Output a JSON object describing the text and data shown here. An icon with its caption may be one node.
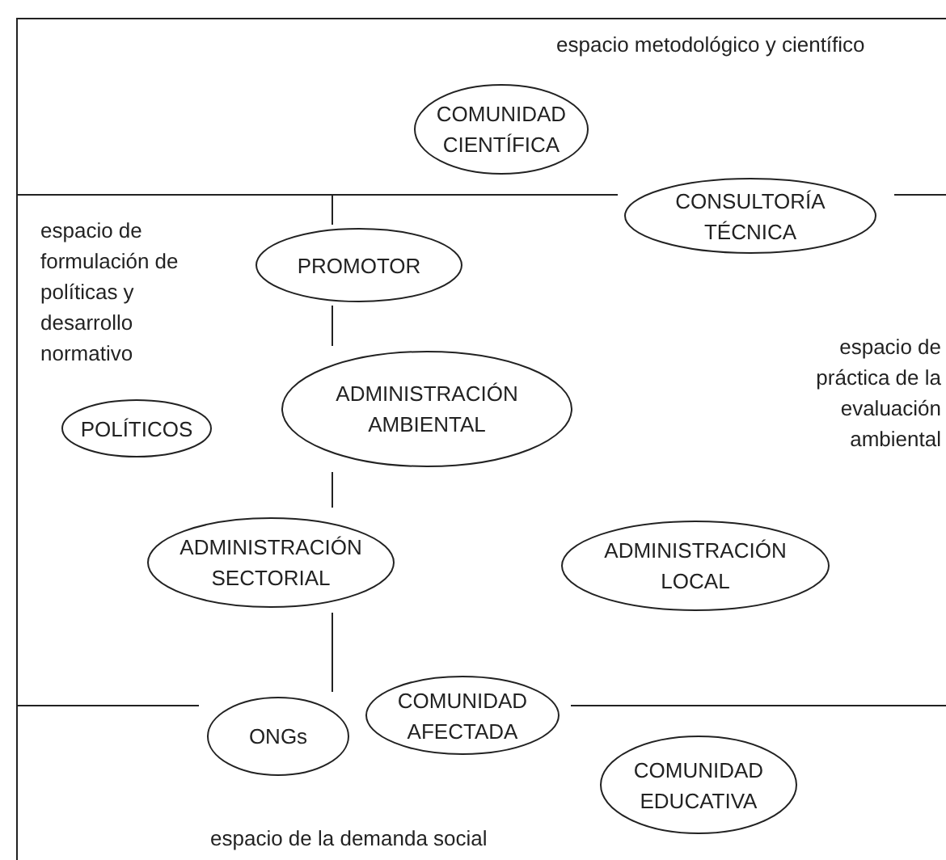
{
  "diagram": {
    "nodes": [
      {
        "text": [
          "COMUNIDAD CIENTÍFICA"
        ]
      },
      {
        "text": [
          "CONSULTORÍA TÉCNICA"
        ]
      },
      {
        "text": [
          "PROMOTOR"
        ]
      },
      {
        "text": [
          "ADMINISTRACIÓN AMBIENTAL"
        ]
      },
      {
        "text": [
          "POLÍTICOS"
        ]
      },
      {
        "text": [
          "ADMINISTRACIÓN SECTORIAL"
        ]
      },
      {
        "text": [
          "ADMINISTRACIÓN LOCAL"
        ]
      },
      {
        "text": [
          "ONGs"
        ]
      },
      {
        "text": [
          "COMUNIDAD AFECTADA"
        ]
      },
      {
        "text": [
          "COMUNIDAD EDUCATIVA"
        ]
      }
    ],
    "labels": [
      "espacio metodológico y científico",
      "espacio de formulación de políticas y desarrollo normativo",
      "espacio de práctica de la evaluación ambiental",
      "espacio de la demanda social"
    ]
  }
}
